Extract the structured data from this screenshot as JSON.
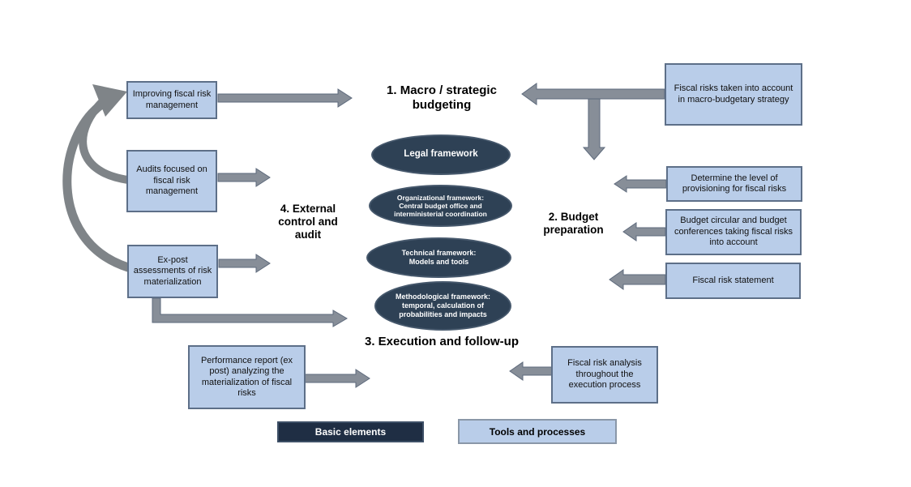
{
  "stages": {
    "macro": "1. Macro / strategic budgeting",
    "budget_preparation": "2. Budget preparation",
    "execution": "3. Execution and follow-up",
    "external_control": "4. External control and audit"
  },
  "frameworks": [
    "Legal framework",
    "Organizational framework: Central budget office and interministerial coordination",
    "Technical framework: Models and tools",
    "Methodological framework: temporal, calculation of probabilities and impacts"
  ],
  "left_boxes": [
    "Improving fiscal risk management",
    "Audits focused on fiscal risk management",
    "Ex-post assessments of risk materialization"
  ],
  "right_boxes": [
    "Fiscal risks taken into account in macro-budgetary strategy",
    "Determine the level of provisioning for fiscal risks",
    "Budget circular and budget conferences taking fiscal risks into account",
    "Fiscal risk statement"
  ],
  "bottom_boxes": [
    "Performance report (ex post) analyzing the materialization of fiscal risks",
    "Fiscal risk analysis throughout the execution process"
  ],
  "legend": {
    "basic_elements": "Basic elements",
    "tools_and_processes": "Tools and processes"
  },
  "colors": {
    "box_fill": "#b9cde9",
    "box_border": "#5d6f88",
    "ellipse_fill": "#2e4155",
    "ellipse_border": "#46586c",
    "arrow_fill": "#878e98",
    "arrow_stroke": "#5e6a7c",
    "curve_fill": "#7f8488",
    "legend_dark_fill": "#1f2e44",
    "legend_dark_border": "#3d4f66",
    "legend_light_border": "#8a97a8",
    "text": "#111111"
  }
}
